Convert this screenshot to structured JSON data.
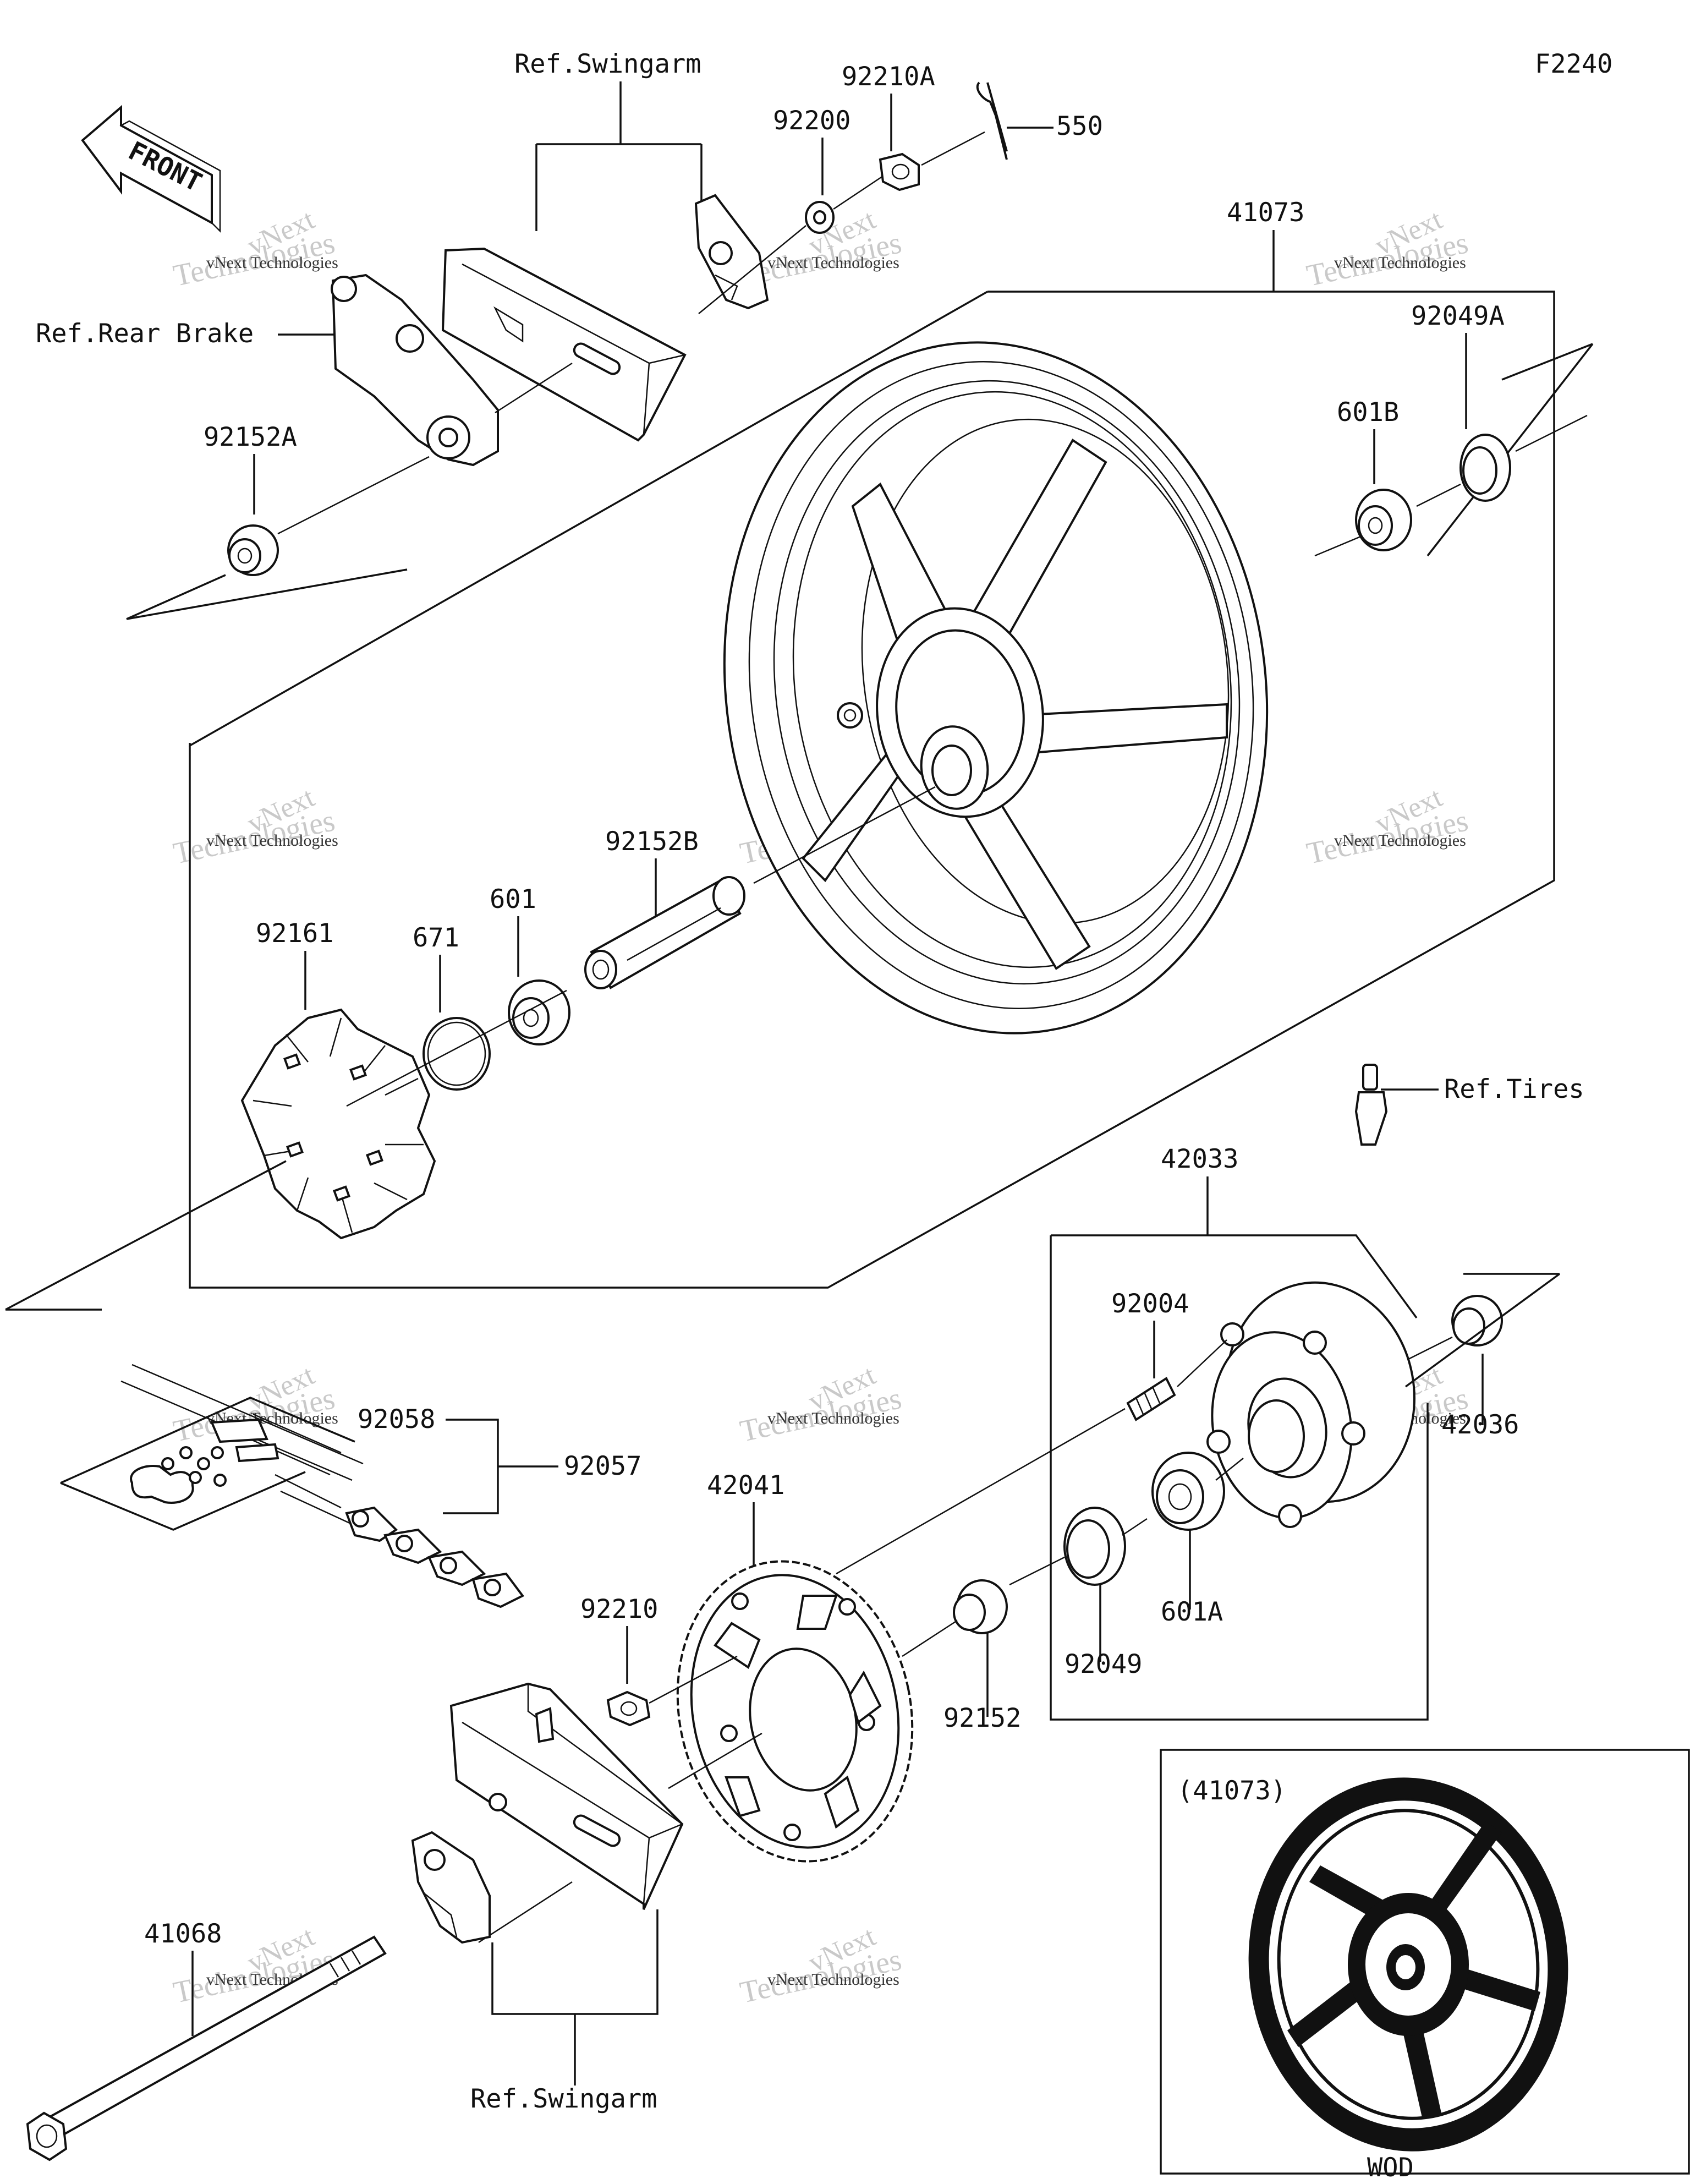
{
  "figure_code": "F2240",
  "front_arrow": "FRONT",
  "watermark": {
    "line1": "vNext",
    "line2": "vNext Technologies",
    "line3": "Technologies"
  },
  "labels": {
    "ref_swingarm_top": "Ref.Swingarm",
    "p92210A": "92210A",
    "p550": "550",
    "p92200": "92200",
    "p41073": "41073",
    "ref_rear_brake": "Ref.Rear Brake",
    "p92049A": "92049A",
    "p601B": "601B",
    "p92152A": "92152A",
    "p92152B": "92152B",
    "p92161": "92161",
    "p671": "671",
    "p601": "601",
    "ref_tires": "Ref.Tires",
    "p42033": "42033",
    "p92004": "92004",
    "p42036": "42036",
    "p92058": "92058",
    "p92057": "92057",
    "p42041": "42041",
    "p601A": "601A",
    "p92210": "92210",
    "p92049": "92049",
    "p92152": "92152",
    "inset_title": "(41073)",
    "p41068": "41068",
    "ref_swingarm_bottom": "Ref.Swingarm",
    "wod": "WOD"
  }
}
